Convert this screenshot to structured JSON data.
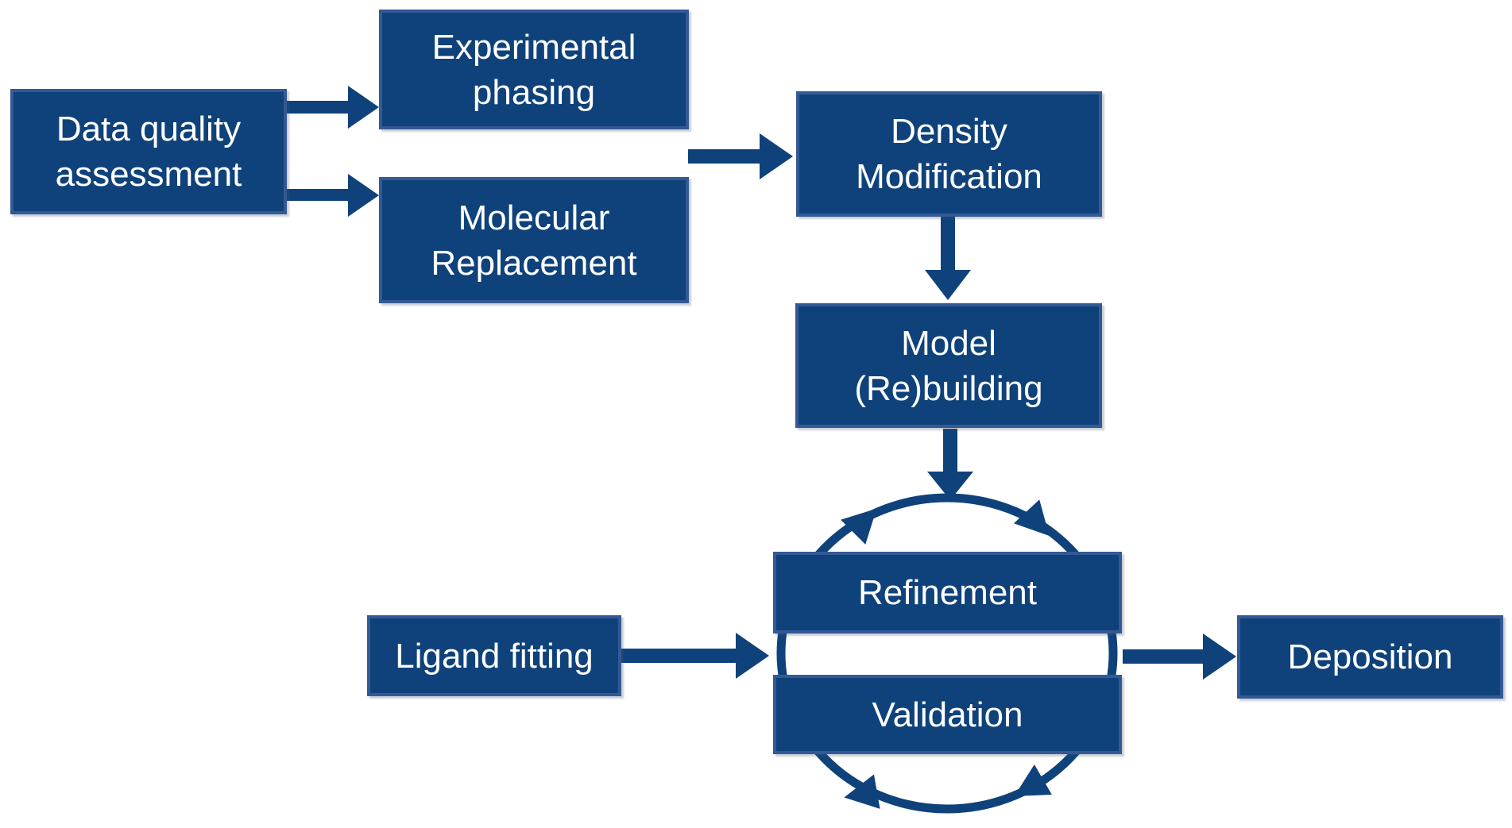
{
  "colors": {
    "background": "#FFFFFF",
    "box_fill": "#0F427B",
    "box_border": "#335A94",
    "arrow": "#0F427B",
    "text": "#FFFFFF"
  },
  "nodes": {
    "data_quality_assessment": {
      "line1": "Data quality",
      "line2": "assessment"
    },
    "experimental_phasing": {
      "line1": "Experimental",
      "line2": "phasing"
    },
    "molecular_replacement": {
      "line1": "Molecular",
      "line2": "Replacement"
    },
    "density_modification": {
      "line1": "Density",
      "line2": "Modification"
    },
    "model_rebuilding": {
      "line1": "Model",
      "line2": "(Re)building"
    },
    "refinement": {
      "label": "Refinement"
    },
    "validation": {
      "label": "Validation"
    },
    "ligand_fitting": {
      "label": "Ligand fitting"
    },
    "deposition": {
      "label": "Deposition"
    }
  },
  "edges": [
    {
      "from": "Data quality assessment",
      "to": "Experimental phasing"
    },
    {
      "from": "Data quality assessment",
      "to": "Molecular Replacement"
    },
    {
      "from": "Experimental phasing / Molecular Replacement",
      "to": "Density Modification"
    },
    {
      "from": "Density Modification",
      "to": "Model (Re)building"
    },
    {
      "from": "Model (Re)building",
      "to": "Refinement-Validation cycle"
    },
    {
      "from": "Ligand fitting",
      "to": "Refinement-Validation cycle"
    },
    {
      "from": "Refinement-Validation cycle",
      "to": "Deposition"
    }
  ],
  "cycle": {
    "between": [
      "Refinement",
      "Validation"
    ],
    "direction": "clockwise"
  }
}
